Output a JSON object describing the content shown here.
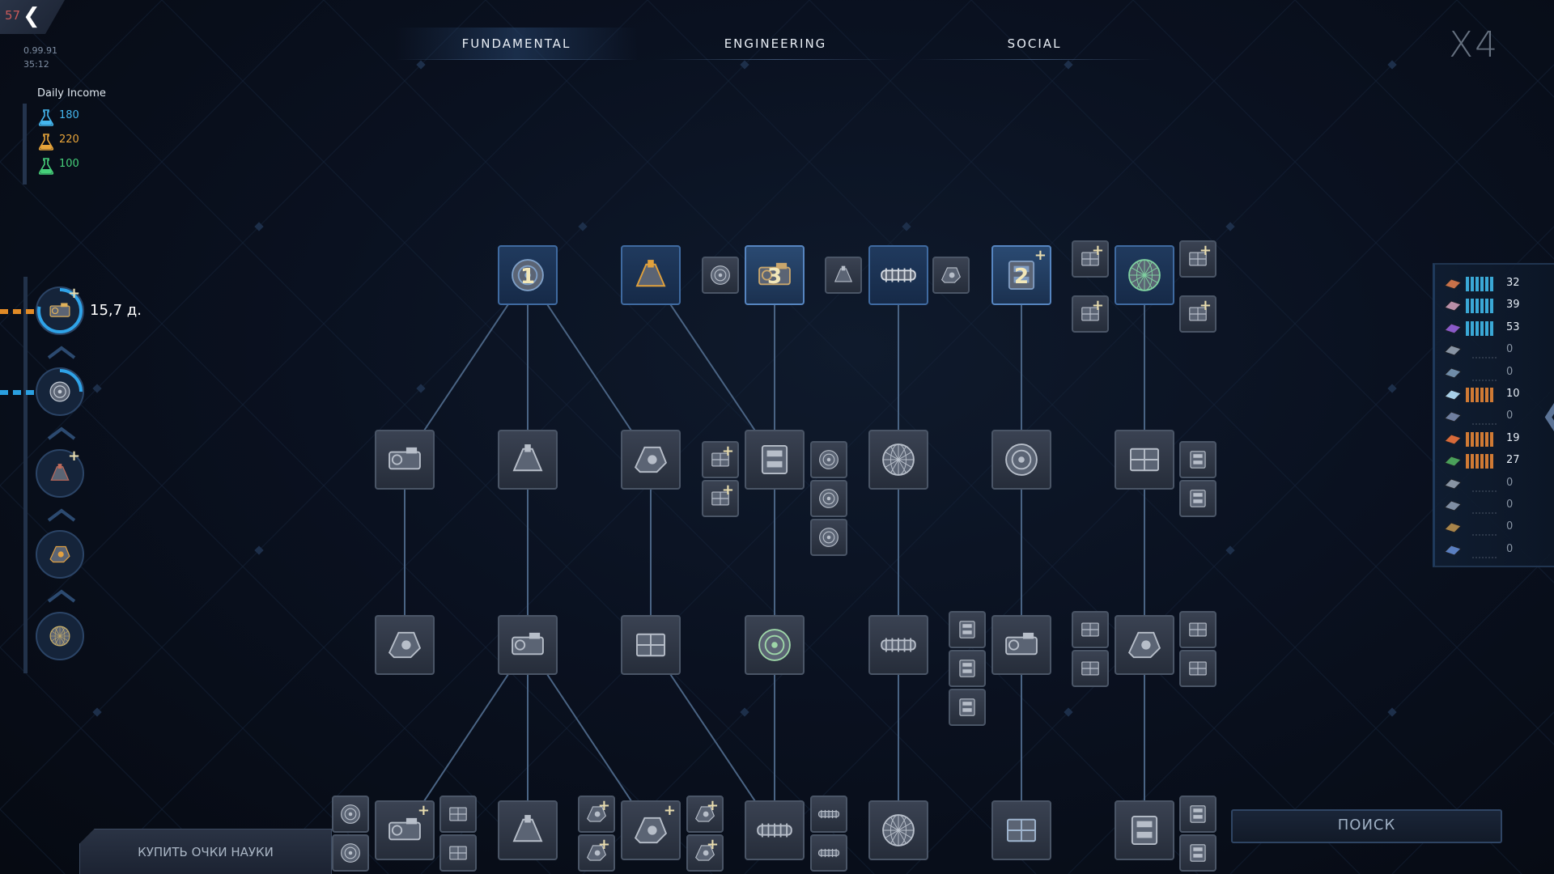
{
  "hud": {
    "fps": "57",
    "version": "0.99.91",
    "time": "35:12"
  },
  "income": {
    "title": "Daily Income",
    "items": [
      {
        "value": "180",
        "color": "#44b6ee",
        "icon": "blue-flask-icon"
      },
      {
        "value": "220",
        "color": "#e8a53a",
        "icon": "orange-flask-icon"
      },
      {
        "value": "100",
        "color": "#46d07a",
        "icon": "green-flask-icon"
      }
    ]
  },
  "tabs": [
    {
      "label": "FUNDAMENTAL",
      "active": true
    },
    {
      "label": "ENGINEERING",
      "active": false
    },
    {
      "label": "SOCIAL",
      "active": false
    }
  ],
  "logo": "X4",
  "queue": {
    "time_left": "15,7 д.",
    "items": [
      {
        "icon": "engine-tech-icon",
        "progress": 0.78
      },
      {
        "icon": "reactor-ring-icon",
        "progress": 0.25
      },
      {
        "icon": "antenna-tech-icon",
        "progress": 0
      },
      {
        "icon": "thruster-tech-icon",
        "progress": 0
      },
      {
        "icon": "drill-tech-icon",
        "progress": 0
      }
    ]
  },
  "tree": {
    "numbers": [
      "1",
      "3",
      "2"
    ]
  },
  "resources": [
    {
      "icon": "copper-ingot-icon",
      "value": "32",
      "bar_color": "#3aa8d6",
      "bars": 6
    },
    {
      "icon": "steel-ingot-icon",
      "value": "39",
      "bar_color": "#3aa8d6",
      "bars": 6
    },
    {
      "icon": "crystal-icon",
      "value": "53",
      "bar_color": "#3aa8d6",
      "bars": 6
    },
    {
      "icon": "rod-icon",
      "value": "0",
      "bar_color": "",
      "bars": 0
    },
    {
      "icon": "plate-icon",
      "value": "0",
      "bar_color": "",
      "bars": 0
    },
    {
      "icon": "glass-icon",
      "value": "10",
      "bar_color": "#d07a34",
      "bars": 6
    },
    {
      "icon": "circuit-icon",
      "value": "0",
      "bar_color": "",
      "bars": 0
    },
    {
      "icon": "gear-part-icon",
      "value": "19",
      "bar_color": "#d07a34",
      "bars": 6
    },
    {
      "icon": "chip-icon",
      "value": "27",
      "bar_color": "#d07a34",
      "bars": 6
    },
    {
      "icon": "wire-icon",
      "value": "0",
      "bar_color": "",
      "bars": 0
    },
    {
      "icon": "motor-icon",
      "value": "0",
      "bar_color": "",
      "bars": 0
    },
    {
      "icon": "robot-part-icon",
      "value": "0",
      "bar_color": "",
      "bars": 0
    },
    {
      "icon": "module-icon",
      "value": "0",
      "bar_color": "",
      "bars": 0
    }
  ],
  "buttons": {
    "buy_science": "КУПИТЬ ОЧКИ НАУКИ",
    "search": "ПОИСК"
  }
}
